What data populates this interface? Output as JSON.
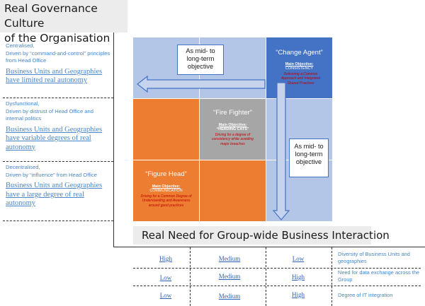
{
  "title": {
    "line1": "Real Governance Culture",
    "line2": "of the Organisation"
  },
  "bottom_banner": "Real Need for Group-wide Business Interaction",
  "left_descriptions": [
    {
      "line1": "Centralised,",
      "line2": "Driven by “command-and-control” principles from Head Office",
      "big": "Business Units and Geographies have limited real autonomy"
    },
    {
      "line1": "Dysfunctional,",
      "line2": "Driven by distrust of Head Office and internal politics",
      "big": "Business Units and Geographies have variable degrees of real autonomy"
    },
    {
      "line1": "Decentralised,",
      "line2": "Driven by “influence” from Head Office",
      "big": "Business Units and Geographies have a large degree of real autonomy"
    }
  ],
  "grid": {
    "change_agent": {
      "title": "“Change Agent”",
      "objective_label": "Main Objective:",
      "objective_value": "CONSISTENCY",
      "detail": "Delivering a Common Approach and Integrated Shared Practices"
    },
    "fire_fighter": {
      "title": "“Fire Fighter”",
      "objective_label": "Main Objective:",
      "objective_value": "“HERDING CATS”",
      "detail": "Driving for a degree of consistency while avoiding major breaches"
    },
    "figure_head": {
      "title": "“Figure Head”",
      "objective_label": "Main Objective:",
      "objective_value": "COMMUNICATION",
      "detail": "Driving for a Common Degree of Understanding and Awareness around good practices"
    },
    "callout_left": "As mid- to long-term objective",
    "callout_right": "As mid- to long-term objective"
  },
  "table": {
    "rows": [
      {
        "values": [
          "High",
          "Medium",
          "Low"
        ],
        "label": "Diversity of Business Units and geographies"
      },
      {
        "values": [
          "Low",
          "Medium",
          "High"
        ],
        "label": "Need for data exchange across the Group"
      },
      {
        "values": [
          "Low",
          "Medium",
          "High"
        ],
        "label": "Degree of IT integration"
      }
    ]
  },
  "colors": {
    "blue_dark": "#4472c4",
    "blue_light": "#b4c6e7",
    "orange": "#ed7d31",
    "gray": "#a6a6a6",
    "text_blue": "#4a86c8",
    "red_text": "#c00000"
  }
}
